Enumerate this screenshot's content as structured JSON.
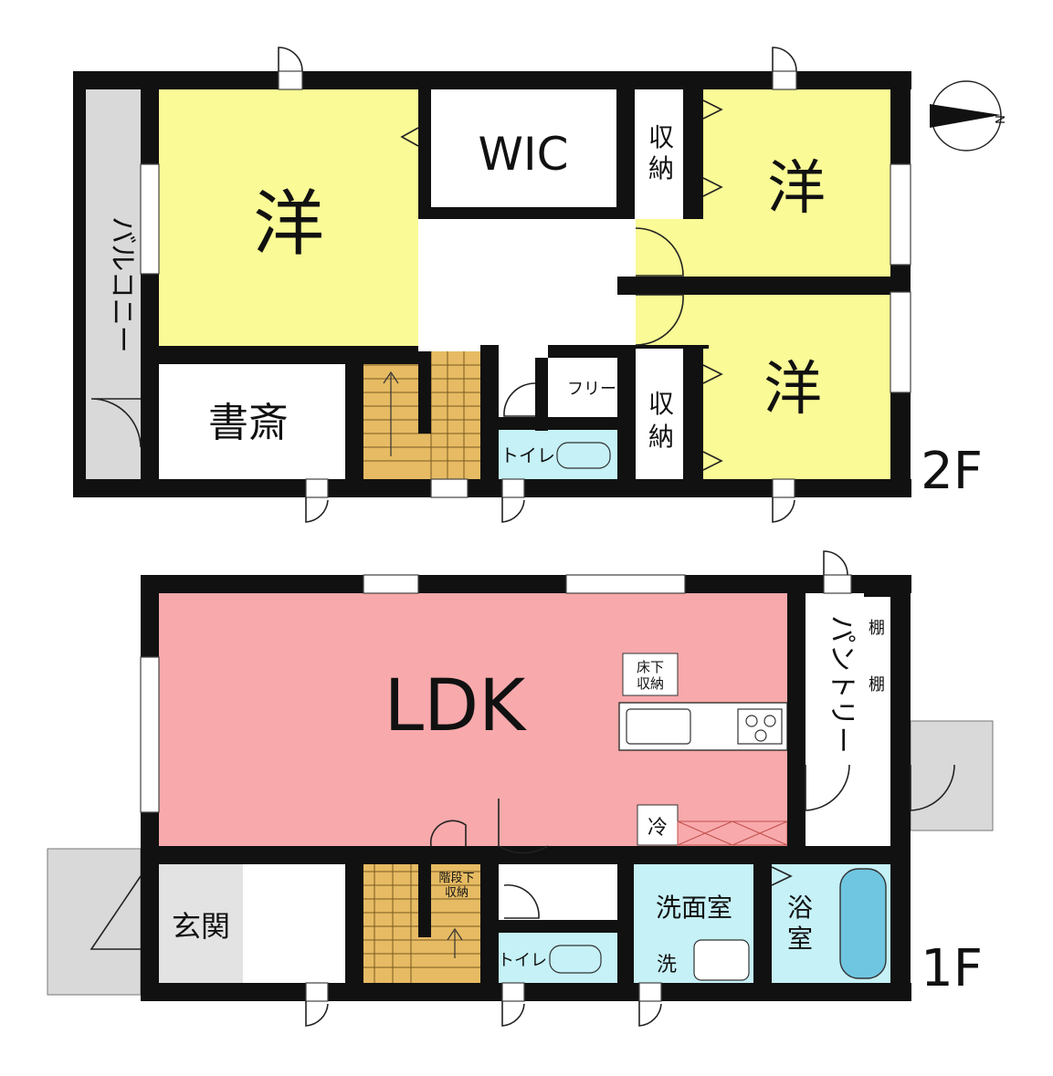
{
  "colors": {
    "western_room": "#fafa96",
    "ldk": "#f8a9ab",
    "water": "#c5f1f7",
    "stairs": "#e6bb63",
    "balcony": "#d9d9d9",
    "entrance_tile": "#e3e3e3",
    "wall": "#111111"
  },
  "compass": {
    "label": "N",
    "icon": "compass-north-icon"
  },
  "floor2": {
    "floor_label": "2F",
    "rooms": {
      "western_1": "洋",
      "wic": "WIC",
      "storage_top": "収納",
      "western_2": "洋",
      "western_3": "洋",
      "storage_bottom": "収納",
      "balcony": "バルコニー",
      "study": "書斎",
      "free": "フリー",
      "toilet": "トイレ"
    }
  },
  "floor1": {
    "floor_label": "1F",
    "rooms": {
      "ldk": "LDK",
      "pantry": "パントリー",
      "shelf_1": "棚",
      "shelf_2": "棚",
      "underfloor_storage_1": "床下",
      "underfloor_storage_2": "収納",
      "fridge": "冷",
      "entrance": "玄関",
      "under_stair_storage_1": "階段下",
      "under_stair_storage_2": "収納",
      "toilet": "トイレ",
      "washroom": "洗面室",
      "washer": "洗",
      "bathroom_1": "浴",
      "bathroom_2": "室"
    }
  }
}
